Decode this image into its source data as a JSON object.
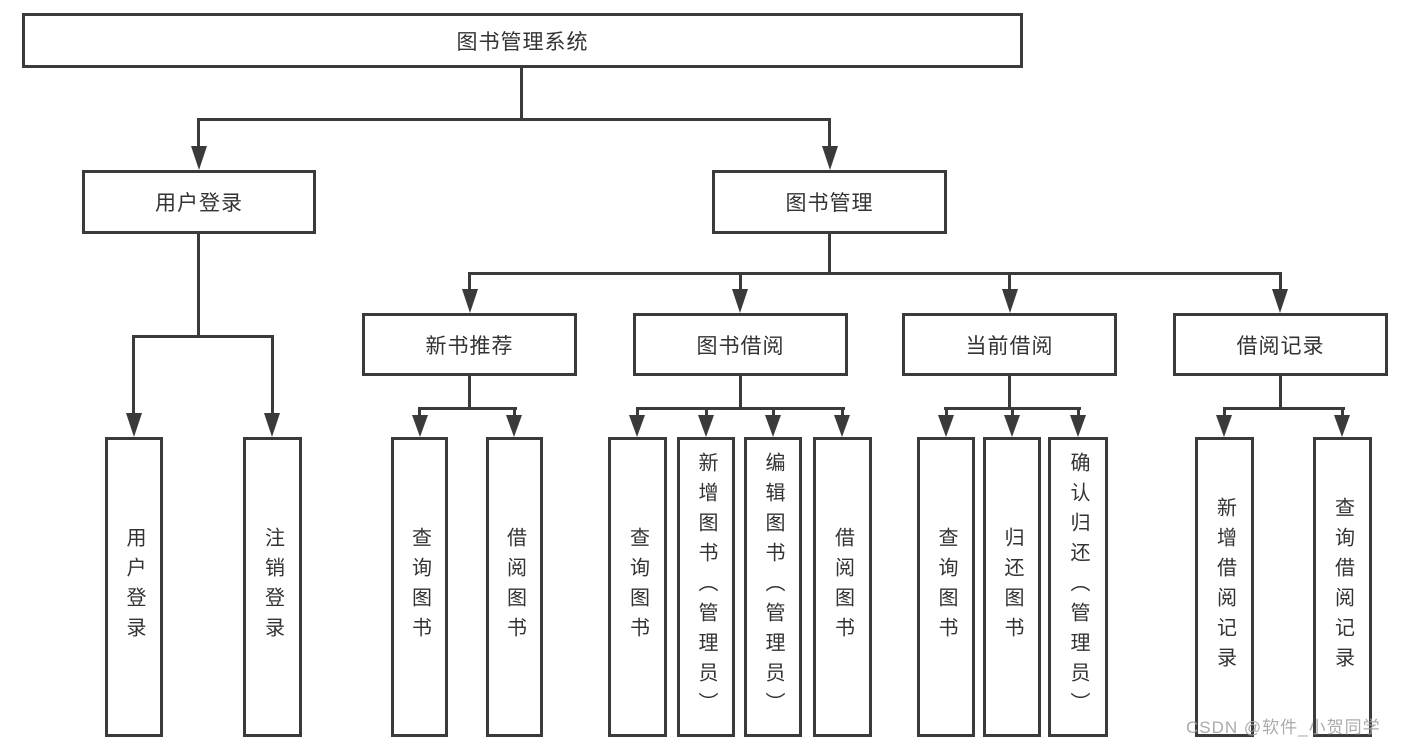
{
  "root": {
    "label": "图书管理系统"
  },
  "level2": {
    "user_login": "用户登录",
    "book_mgmt": "图书管理"
  },
  "level3": {
    "new_book": "新书推荐",
    "book_borrow": "图书借阅",
    "current_borrow": "当前借阅",
    "borrow_record": "借阅记录"
  },
  "leaves": {
    "user_login": [
      "用户登录",
      "注销登录"
    ],
    "new_book": [
      "查询图书",
      "借阅图书"
    ],
    "book_borrow": [
      "查询图书",
      "新增图书（管理员）",
      "编辑图书（管理员）",
      "借阅图书"
    ],
    "current_borrow": [
      "查询图书",
      "归还图书",
      "确认归还（管理员）"
    ],
    "borrow_record": [
      "新增借阅记录",
      "查询借阅记录"
    ]
  },
  "watermark": "CSDN @软件_小贺同学",
  "colors": {
    "line": "#3a3a3a",
    "text": "#333333",
    "watermark": "#a4a4a8"
  }
}
